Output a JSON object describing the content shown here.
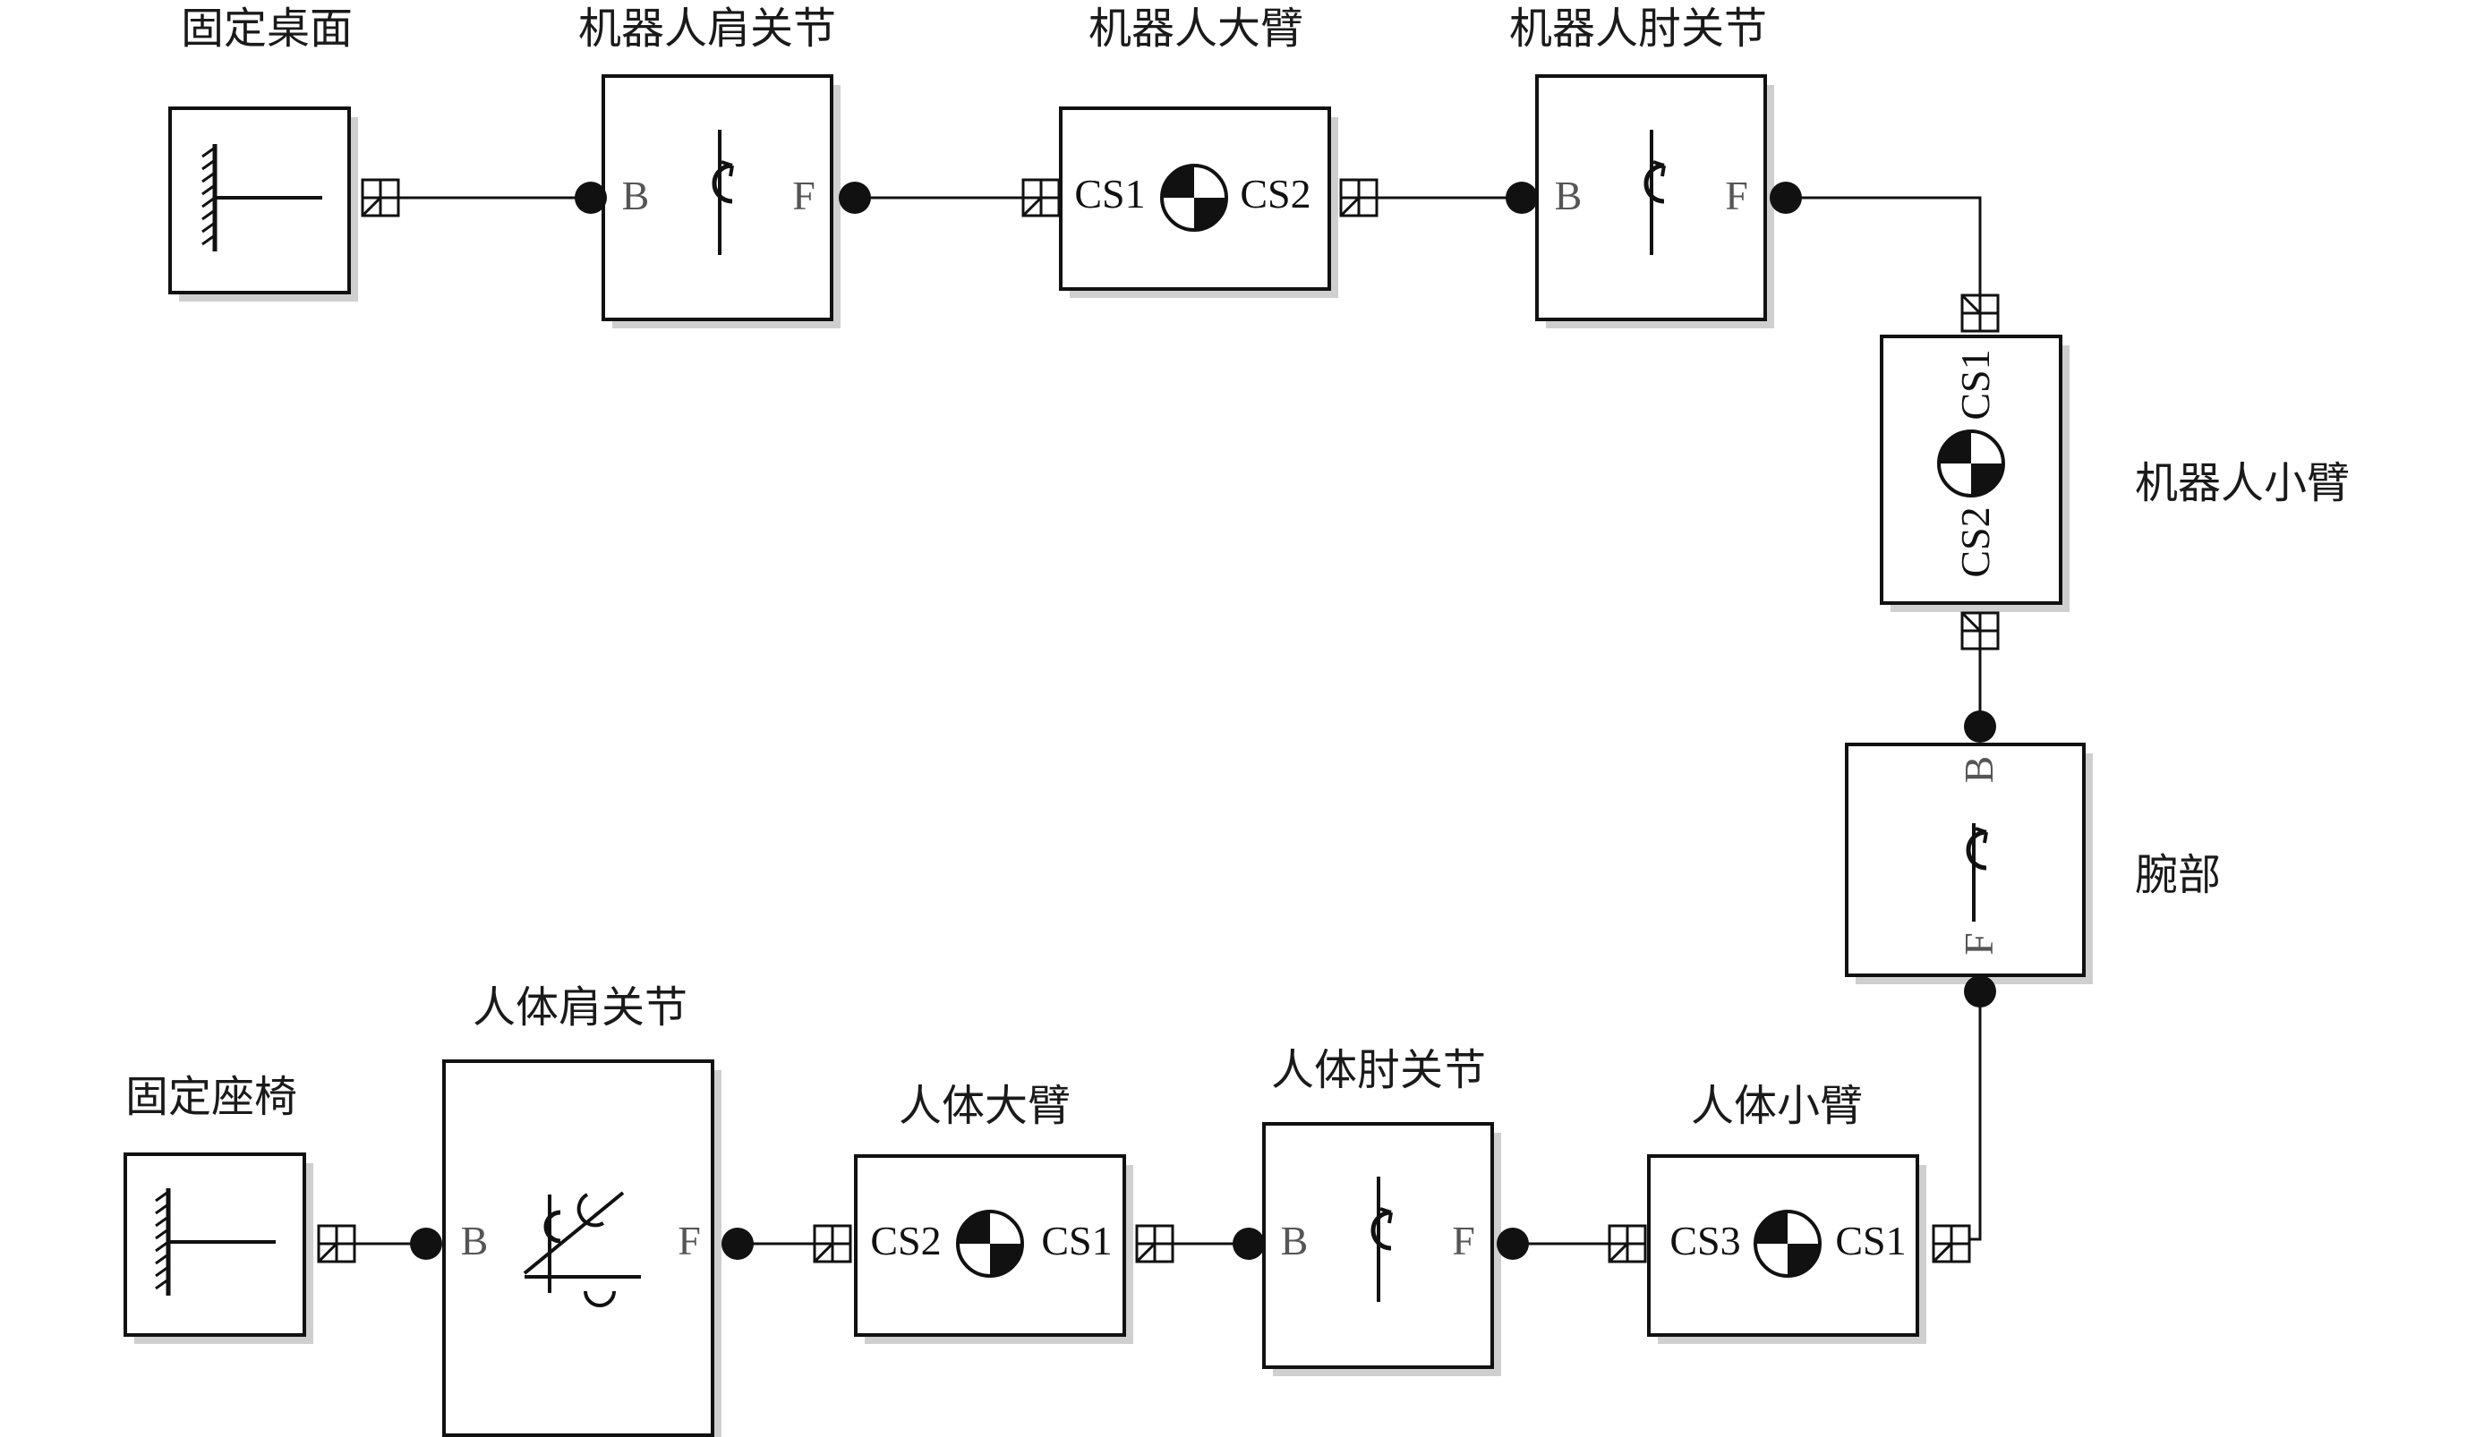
{
  "labels": {
    "fixed_table": "固定桌面",
    "robot_shoulder": "机器人肩关节",
    "robot_upper_arm": "机器人大臂",
    "robot_elbow": "机器人肘关节",
    "robot_forearm": "机器人小臂",
    "wrist": "腕部",
    "fixed_seat": "固定座椅",
    "human_shoulder": "人体肩关节",
    "human_upper_arm": "人体大臂",
    "human_elbow": "人体肘关节",
    "human_forearm": "人体小臂"
  },
  "ports": {
    "base": "B",
    "follower": "F",
    "cs1": "CS1",
    "cs2": "CS2",
    "cs3": "CS3"
  },
  "colors": {
    "line": "#111111",
    "port_letter": "#555555",
    "shadow": "#cfcfcf"
  },
  "icons": {
    "ground": "ground-hatch-icon",
    "revolute": "revolute-joint-icon",
    "body": "center-of-mass-icon",
    "gimbal": "gimbal-joint-icon"
  }
}
